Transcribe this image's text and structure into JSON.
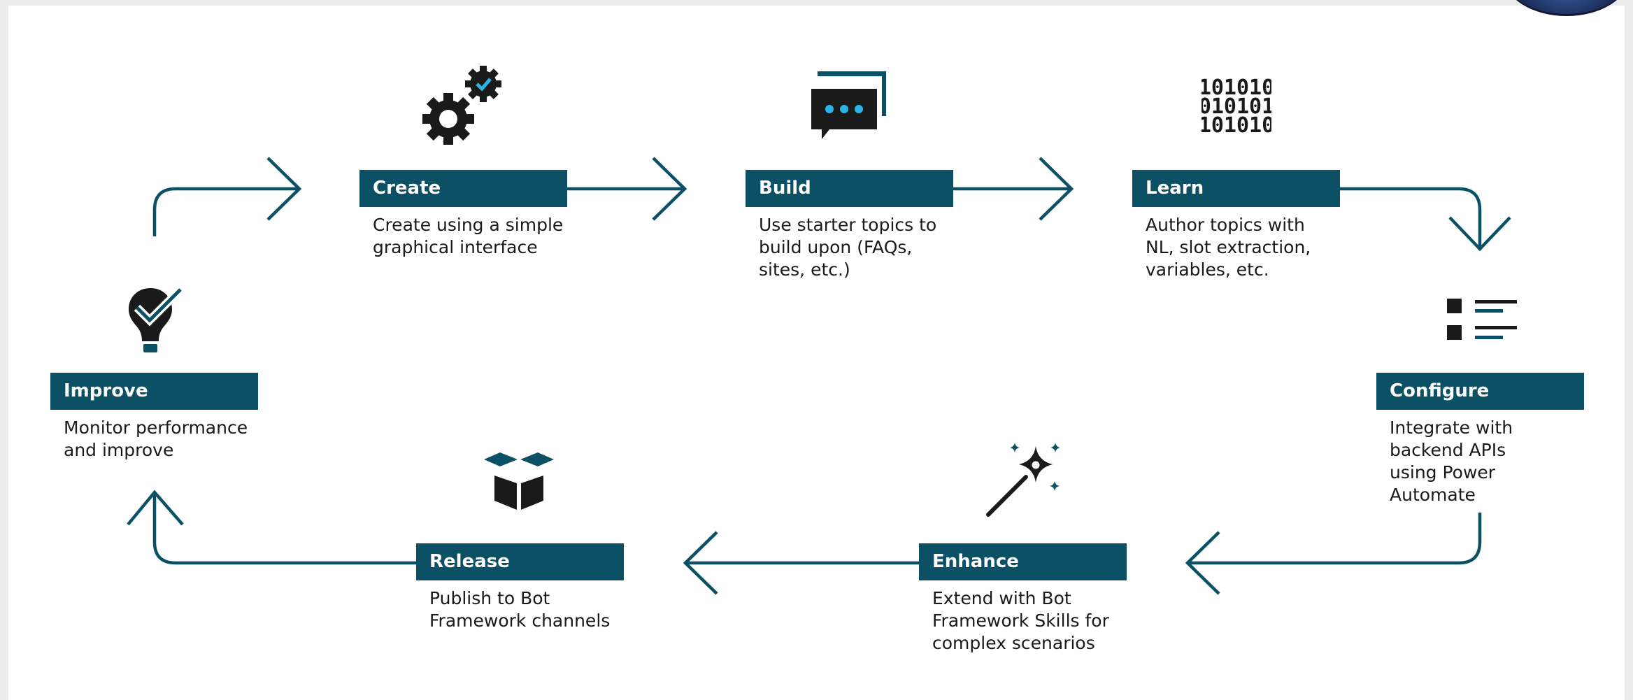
{
  "colors": {
    "accent": "#0c5066",
    "icon_dark": "#1a1a1a",
    "icon_highlight": "#2ab3e6",
    "text": "#1a1a1a",
    "background": "#ffffff"
  },
  "stages": [
    {
      "id": "create",
      "label": "Create",
      "description": "Create using a simple graphical interface",
      "icon": "gears-icon"
    },
    {
      "id": "build",
      "label": "Build",
      "description": "Use starter topics to build upon (FAQs, sites, etc.)",
      "icon": "chat-bubbles-icon"
    },
    {
      "id": "learn",
      "label": "Learn",
      "description": "Author topics with NL, slot extraction, variables, etc.",
      "icon": "binary-icon"
    },
    {
      "id": "configure",
      "label": "Configure",
      "description": "Integrate with backend APIs using Power Automate",
      "icon": "list-icon"
    },
    {
      "id": "enhance",
      "label": "Enhance",
      "description": "Extend with Bot Framework Skills for complex scenarios",
      "icon": "magic-wand-icon"
    },
    {
      "id": "release",
      "label": "Release",
      "description": "Publish to Bot Framework channels",
      "icon": "open-box-icon"
    },
    {
      "id": "improve",
      "label": "Improve",
      "description": "Monitor performance and improve",
      "icon": "lightbulb-check-icon"
    }
  ],
  "icons": {
    "binary_text": "101010\n010101\n101010"
  }
}
